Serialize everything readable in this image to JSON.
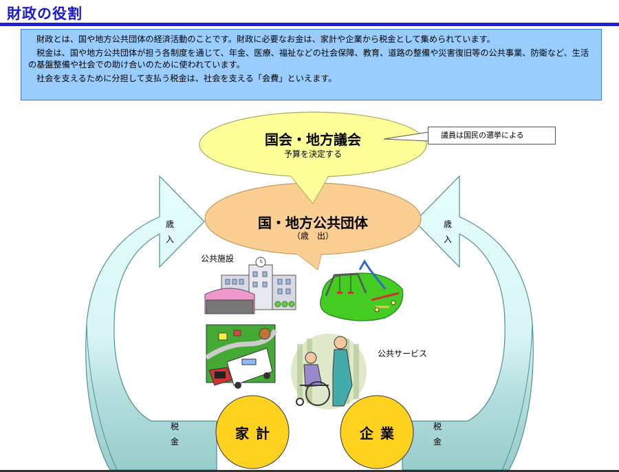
{
  "header": {
    "title": "財政の役割",
    "accent_color": "#1f1fd6"
  },
  "intro": {
    "paragraphs": [
      "財政とは、国や地方公共団体の経済活動のことです。財政に必要なお金は、家計や企業から税金として集められています。",
      "税金は、国や地方公共団体が担う各制度を通じて、年金、医療、福祉などの社会保障、教育、道路の整備や災害復旧等の公共事業、防衛など、生活の基盤整備や社会での助け合いのために使われています。",
      "社会を支えるために分担して支払う税金は、社会を支える「会費」といえます。"
    ],
    "background_color": "#99ccff"
  },
  "diagram": {
    "parliament": {
      "title": "国会・地方議会",
      "subtitle": "予算を決定する",
      "color": "#ffff99"
    },
    "parliament_note": "議員は国民の選挙による",
    "government": {
      "title": "国・地方公共団体",
      "subtitle": "（歳　出）",
      "color": "#fbcf94"
    },
    "revenue_label_left": [
      "歳",
      "入"
    ],
    "revenue_label_right": [
      "歳",
      "入"
    ],
    "tax_label_left": [
      "税",
      "金"
    ],
    "tax_label_right": [
      "税",
      "金"
    ],
    "public_facilities_label": "公共施設",
    "public_services_label": "公共サービス",
    "household": {
      "label": "家計",
      "color": "#ffd21f"
    },
    "business": {
      "label": "企業",
      "color": "#ffd21f"
    },
    "arrow_light_color": "#e6ffff",
    "arrow_dark_color": "#99cccc",
    "icons": [
      "school-building-icon",
      "playground-icon",
      "city-services-icon",
      "caregiver-wheelchair-icon"
    ]
  }
}
